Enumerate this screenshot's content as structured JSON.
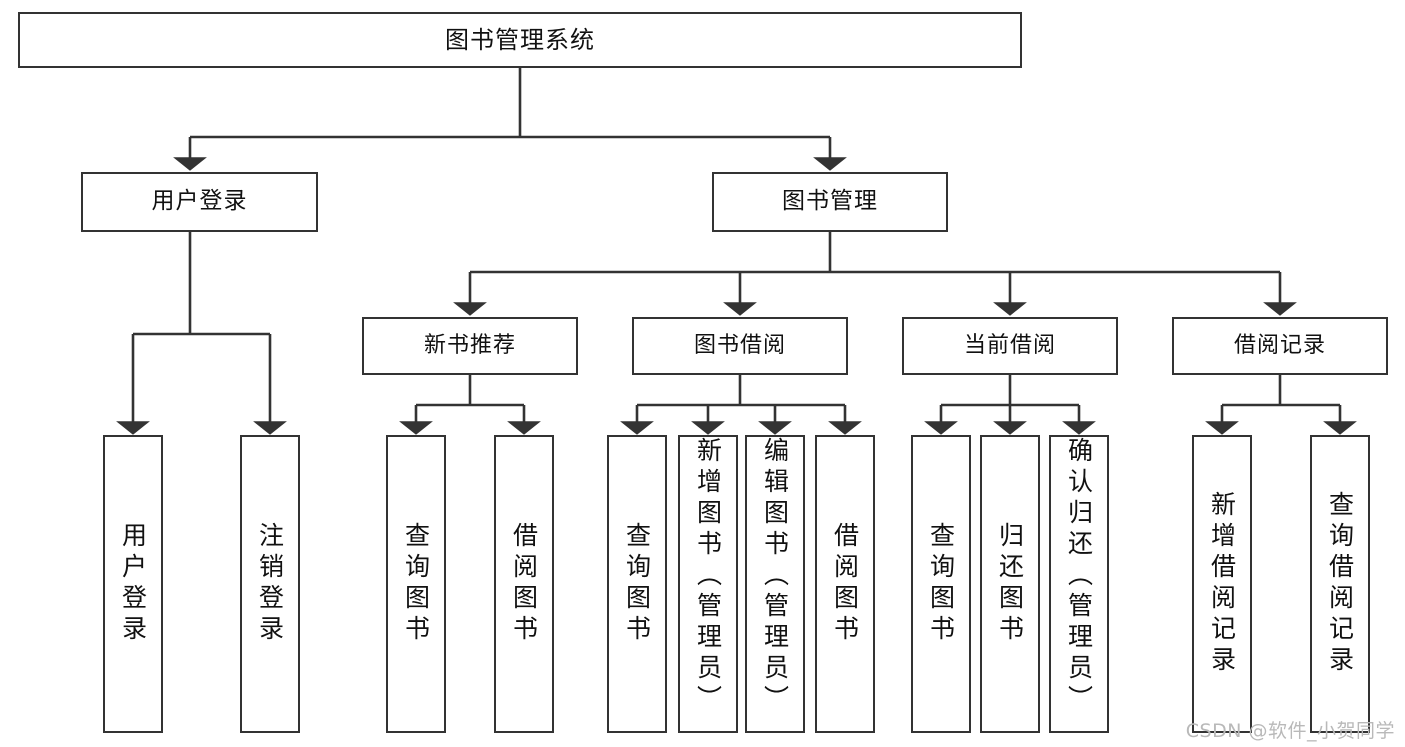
{
  "diagram": {
    "title": "图书管理系统",
    "type": "tree-hierarchy-chart",
    "root": {
      "id": "root",
      "label": "图书管理系统"
    },
    "level2": [
      {
        "id": "user-login",
        "label": "用户登录"
      },
      {
        "id": "book-management",
        "label": "图书管理"
      }
    ],
    "level3": [
      {
        "id": "new-book-recommend",
        "label": "新书推荐"
      },
      {
        "id": "book-borrow",
        "label": "图书借阅"
      },
      {
        "id": "current-borrow",
        "label": "当前借阅"
      },
      {
        "id": "borrow-record",
        "label": "借阅记录"
      }
    ],
    "leaves": [
      {
        "id": "leaf-user-login",
        "label": "用户登录",
        "parent": "user-login"
      },
      {
        "id": "leaf-logout",
        "label": "注销登录",
        "parent": "user-login"
      },
      {
        "id": "leaf-query-book-1",
        "label": "查询图书",
        "parent": "new-book-recommend"
      },
      {
        "id": "leaf-borrow-book-1",
        "label": "借阅图书",
        "parent": "new-book-recommend"
      },
      {
        "id": "leaf-query-book-2",
        "label": "查询图书",
        "parent": "book-borrow"
      },
      {
        "id": "leaf-add-book",
        "label": "新增图书（管理员）",
        "parent": "book-borrow"
      },
      {
        "id": "leaf-edit-book",
        "label": "编辑图书（管理员）",
        "parent": "book-borrow"
      },
      {
        "id": "leaf-borrow-book-2",
        "label": "借阅图书",
        "parent": "book-borrow"
      },
      {
        "id": "leaf-query-book-3",
        "label": "查询图书",
        "parent": "current-borrow"
      },
      {
        "id": "leaf-return-book",
        "label": "归还图书",
        "parent": "current-borrow"
      },
      {
        "id": "leaf-confirm-return",
        "label": "确认归还（管理员）",
        "parent": "current-borrow"
      },
      {
        "id": "leaf-add-record",
        "label": "新增借阅记录",
        "parent": "borrow-record"
      },
      {
        "id": "leaf-query-record",
        "label": "查询借阅记录",
        "parent": "borrow-record"
      }
    ]
  },
  "watermark": {
    "text": "CSDN @软件_小贺同学"
  },
  "colors": {
    "box_border": "#333333",
    "box_fill": "#ffffff",
    "connector": "#333333",
    "text": "#111111",
    "watermark": "#b9b9b9",
    "background": "#ffffff"
  }
}
